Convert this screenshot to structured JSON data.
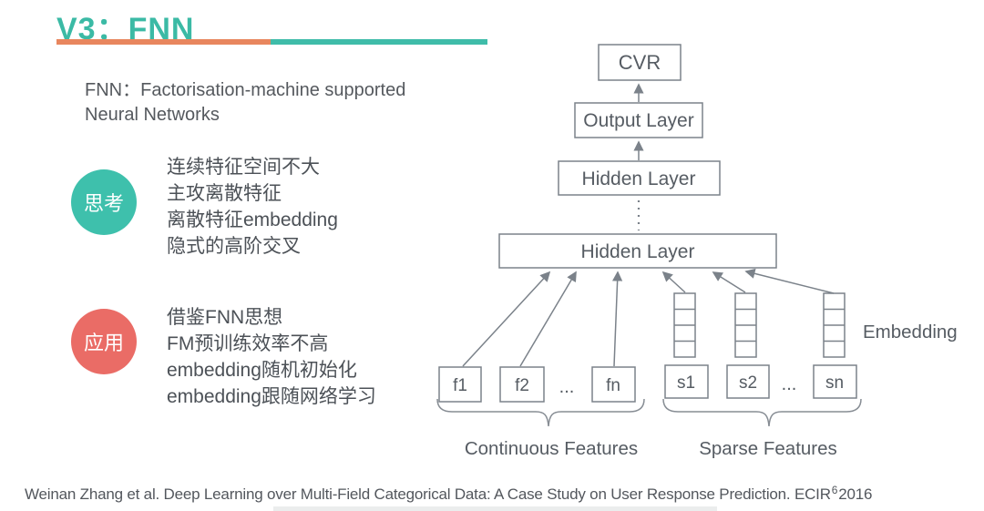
{
  "slide": {
    "title": "V3：FNN",
    "subtitle": {
      "line1": "FNN：Factorisation-machine supported",
      "line2": "Neural Networks"
    },
    "colors": {
      "teal": "#3FBCA9",
      "orange": "#E8865E",
      "red": "#EA6C66",
      "line_gray": "#7B828A",
      "text_gray": "#54585F"
    },
    "think": {
      "badge": "思考",
      "points": [
        "连续特征空间不大",
        "主攻离散特征",
        "离散特征embedding",
        "隐式的高阶交叉"
      ]
    },
    "apply": {
      "badge": "应用",
      "points": [
        "借鉴FNN思想",
        "FM预训练效率不高",
        "embedding随机初始化",
        "embedding跟随网络学习"
      ]
    },
    "diagram": {
      "cvr": "CVR",
      "output_layer": "Output Layer",
      "hidden_layer_top": "Hidden Layer",
      "hidden_layer_bottom": "Hidden Layer",
      "continuous": {
        "f1": "f1",
        "f2": "f2",
        "ellipsis": "...",
        "fn": "fn",
        "label": "Continuous Features"
      },
      "sparse": {
        "s1": "s1",
        "s2": "s2",
        "ellipsis": "...",
        "sn": "sn",
        "label": "Sparse Features"
      },
      "embedding_label": "Embedding"
    },
    "footer": {
      "citation": "Weinan Zhang et al. Deep Learning over Multi-Field Categorical Data: A Case Study on User Response Prediction. ECIR",
      "page_number": "6",
      "year": "2016"
    }
  }
}
